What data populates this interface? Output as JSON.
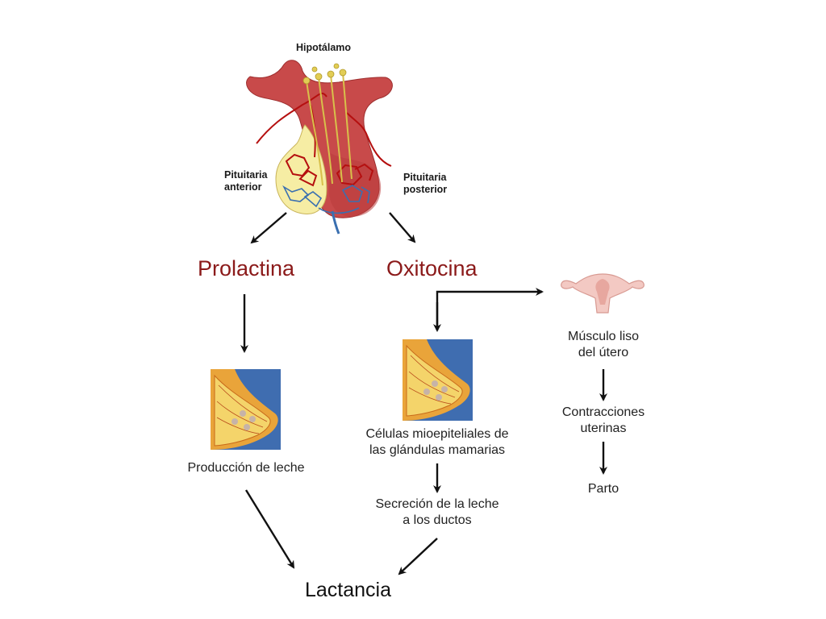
{
  "anatomy": {
    "hypothalamus": "Hipotálamo",
    "anterior_pituitary": [
      "Pituitaria",
      "anterior"
    ],
    "posterior_pituitary": [
      "Pituitaria",
      "posterior"
    ]
  },
  "hormones": {
    "prolactin": "Prolactina",
    "oxytocin": "Oxitocina"
  },
  "prolactin_path": {
    "effect": "Producción de leche"
  },
  "oxytocin_breast_path": {
    "cells": [
      "Células mioepiteliales de",
      "las glándulas mamarias"
    ],
    "secretion": [
      "Secreción de la leche",
      "a los ductos"
    ]
  },
  "oxytocin_uterus_path": {
    "muscle": [
      "Músculo liso",
      "del útero"
    ],
    "contractions": [
      "Contracciones",
      "uterinas"
    ],
    "outcome": "Parto"
  },
  "result": "Lactancia",
  "colors": {
    "hormone_text": "#8b1a1a",
    "hypothalamus_tissue": "#c84a4a",
    "anterior_lobe": "#f6eda4",
    "vessels_red": "#b50f0f",
    "vessels_blue": "#3a6fb0",
    "breast_background": "#3f6db0"
  }
}
